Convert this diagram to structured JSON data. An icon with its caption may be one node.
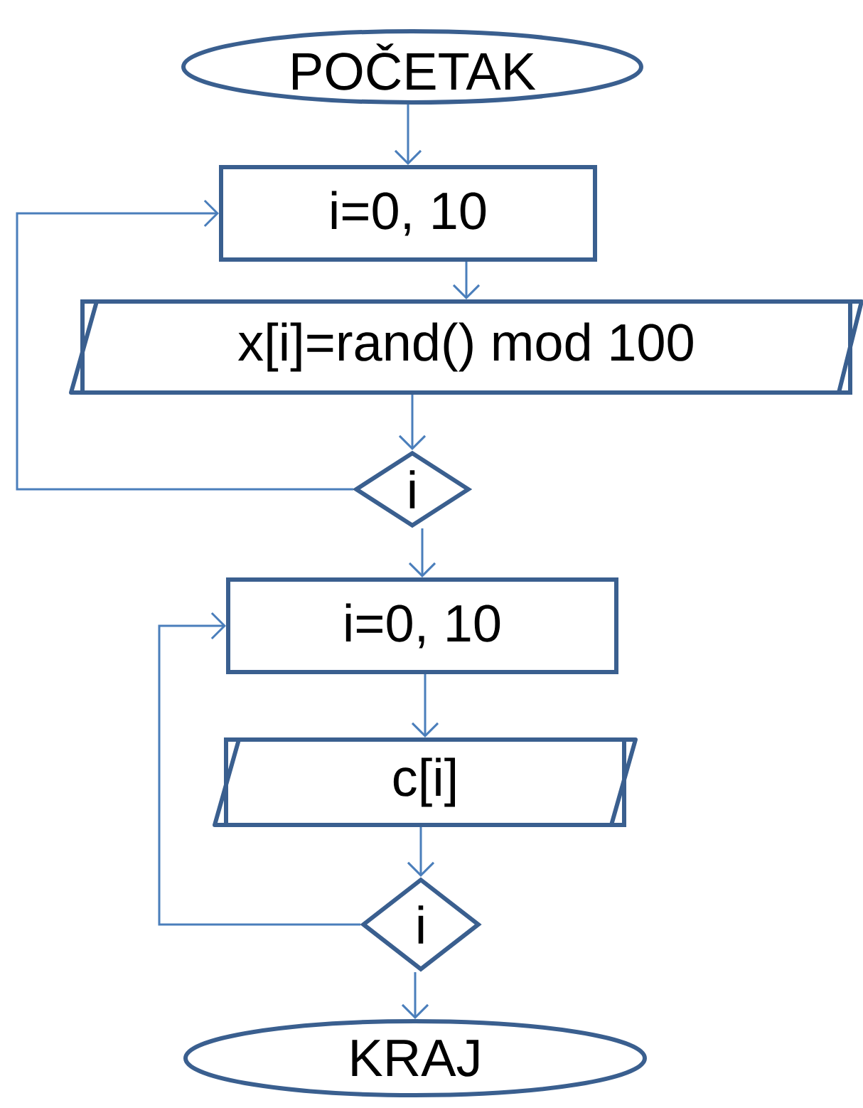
{
  "diagram": {
    "nodes": [
      {
        "text": [
          "POČETAK"
        ]
      },
      {
        "text": [
          "i=0, 10"
        ]
      },
      {
        "text": [
          "x[i]=rand() mod 100"
        ]
      },
      {
        "text": [
          "i"
        ]
      },
      {
        "text": [
          "i=0, 10"
        ]
      },
      {
        "text": [
          "c[i]"
        ]
      },
      {
        "text": [
          "i"
        ]
      },
      {
        "text": [
          "KRAJ"
        ]
      }
    ],
    "edges": [
      {
        "from": 0,
        "to": 1,
        "arrow": "to"
      },
      {
        "from": 1,
        "to": 2,
        "arrow": "to"
      },
      {
        "from": 2,
        "to": 3,
        "arrow": "to"
      },
      {
        "from": 3,
        "to": 1,
        "arrow": "to"
      },
      {
        "from": 3,
        "to": 4,
        "arrow": "to"
      },
      {
        "from": 4,
        "to": 5,
        "arrow": "to"
      },
      {
        "from": 5,
        "to": 6,
        "arrow": "to"
      },
      {
        "from": 6,
        "to": 4,
        "arrow": "to"
      },
      {
        "from": 6,
        "to": 7,
        "arrow": "to"
      }
    ]
  }
}
